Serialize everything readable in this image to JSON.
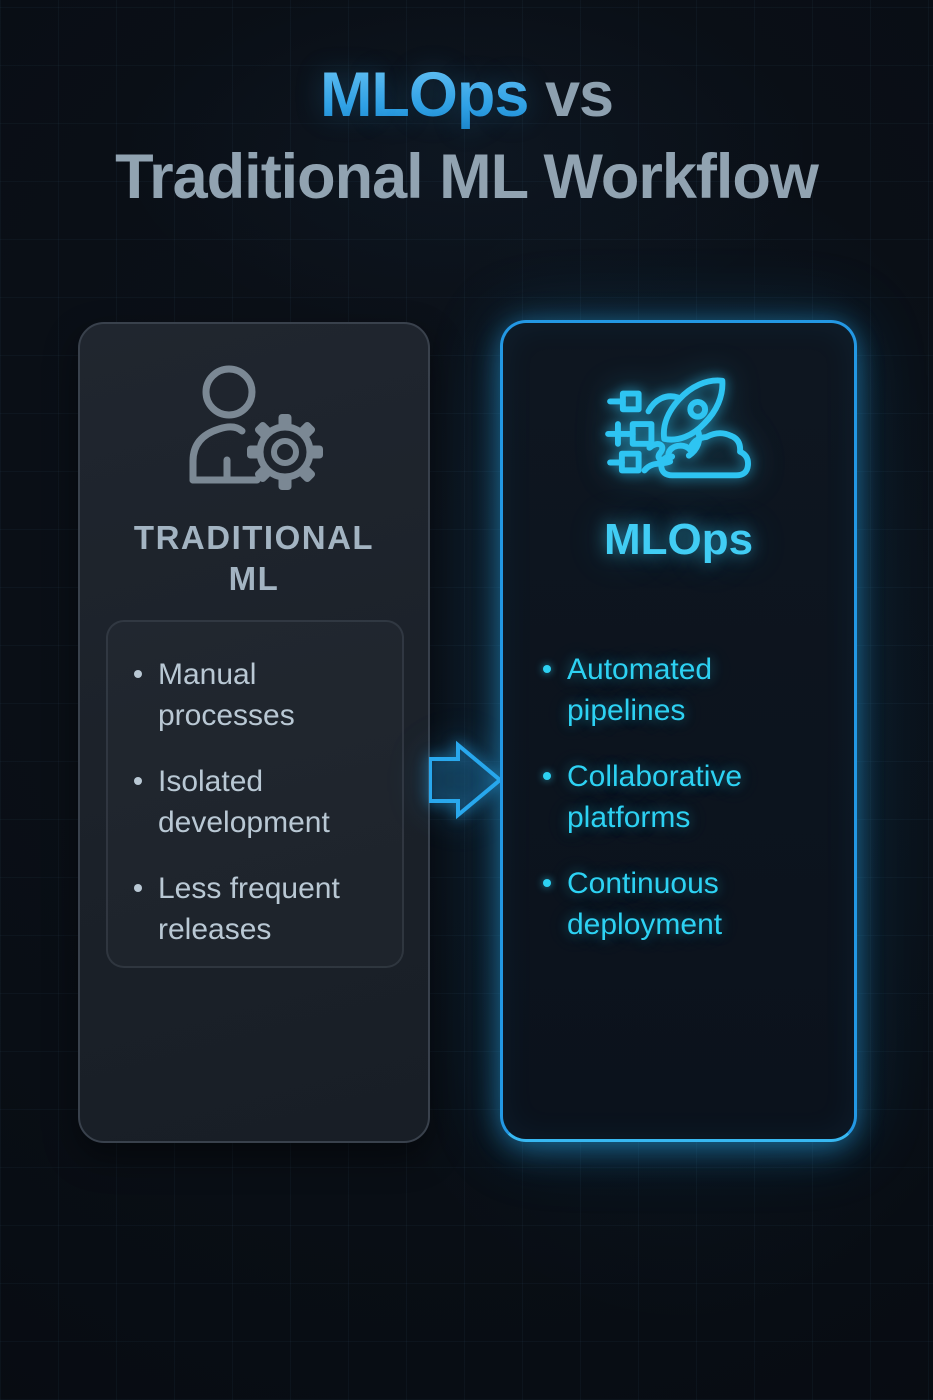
{
  "title": {
    "highlight": "MLOps",
    "rest": " vs",
    "line2": "Traditional ML Workflow"
  },
  "left_card": {
    "heading": "TRADITIONAL\nML",
    "icon": "person-gear-icon",
    "bullets": [
      "Manual\nprocesses",
      "Isolated\ndevelopment",
      "Less frequent\nreleases"
    ]
  },
  "right_card": {
    "heading": "MLOps",
    "icon": "rocket-launch-icon",
    "bullets": [
      "Automated\npipelines",
      "Collaborative\nplatforms",
      "Continuous\ndeployment"
    ]
  },
  "arrow": {
    "direction": "left-to-right"
  },
  "colors": {
    "accent_cyan": "#2ec4f2",
    "title_blue": "#31a2e6",
    "muted_gray_blue": "#91a3b1",
    "left_text": "#b9c8d4",
    "right_border": "#2398e4",
    "background": "#090e15"
  }
}
